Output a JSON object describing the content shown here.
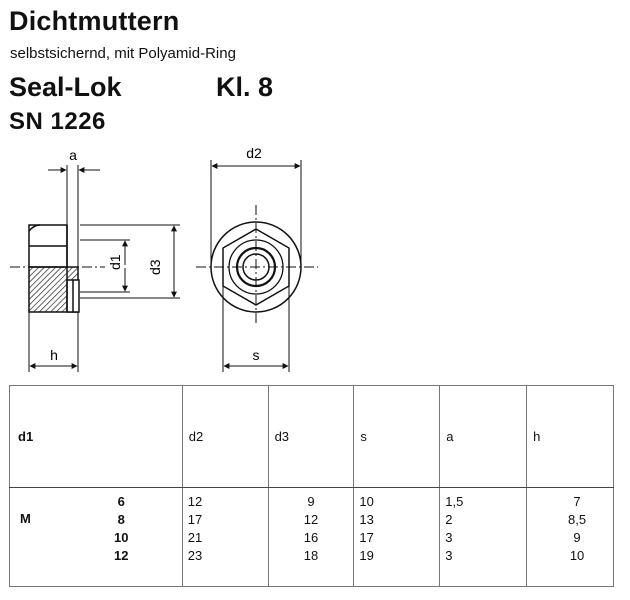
{
  "header": {
    "title": "Dichtmuttern",
    "subtitle": "selbstsichernd, mit Polyamid-Ring",
    "product": "Seal-Lok",
    "class": "Kl. 8",
    "standard": "SN 1226"
  },
  "drawing_labels": {
    "a": "a",
    "d1": "d1",
    "d3": "d3",
    "h": "h",
    "d2": "d2",
    "s": "s"
  },
  "table": {
    "headers": [
      "d1",
      "d2",
      "d3",
      "s",
      "a",
      "h"
    ],
    "thread_prefix": "M",
    "sizes": [
      "6",
      "8",
      "10",
      "12"
    ],
    "d2": [
      "12",
      "17",
      "21",
      "23"
    ],
    "d3": [
      "9",
      "12",
      "16",
      "18"
    ],
    "s": [
      "10",
      "13",
      "17",
      "19"
    ],
    "a": [
      "1,5",
      "2",
      "3",
      "3"
    ],
    "h": [
      "7",
      "8,5",
      "9",
      "10"
    ]
  }
}
